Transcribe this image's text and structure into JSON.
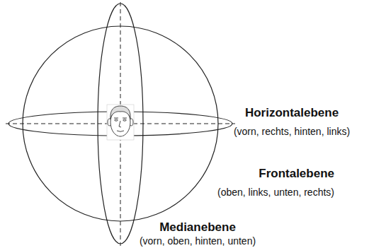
{
  "diagram": {
    "labels": [
      "Horizontalebene",
      "(vorn, rechts, hinten, links)",
      "Frontalebene",
      "(oben, links, unten, rechts)",
      "Medianebene",
      "(vorn, oben, hinten, unten)"
    ]
  }
}
